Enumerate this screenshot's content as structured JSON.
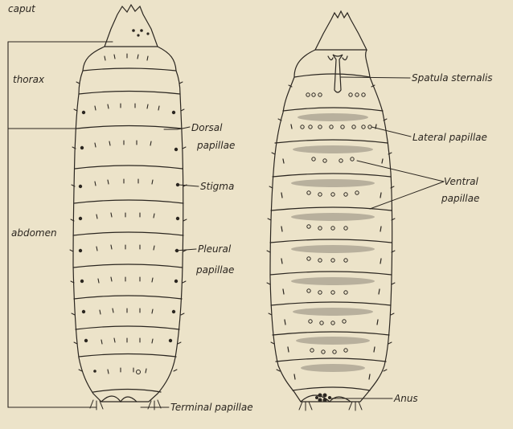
{
  "labels": {
    "caput": "caput",
    "thorax": "thorax",
    "abdomen": "abdomen",
    "dorsal_papillae_1": "Dorsal",
    "dorsal_papillae_2": "papillae",
    "stigma": "Stigma",
    "pleural_papillae_1": "Pleural",
    "pleural_papillae_2": "papillae",
    "terminal_papillae": "Terminal papillae",
    "spatula_sternalis": "Spatula sternalis",
    "lateral_papillae": "Lateral papillae",
    "ventral_papillae_1": "Ventral",
    "ventral_papillae_2": "papillae",
    "anus": "Anus"
  },
  "colors": {
    "paper": "#ece3c9",
    "ink": "#2b2620",
    "stipple": "#8f887a"
  }
}
